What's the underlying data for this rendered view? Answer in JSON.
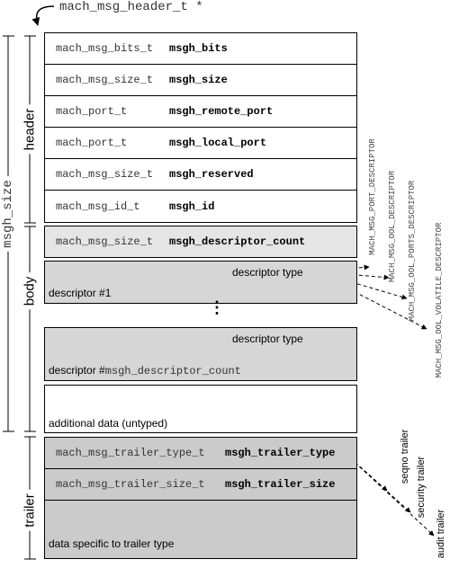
{
  "pointer_label": "mach_msg_header_t *",
  "side_labels": {
    "size": "msgh_size",
    "header": "header",
    "body": "body",
    "trailer": "trailer"
  },
  "header_rows": [
    {
      "type": "mach_msg_bits_t",
      "name": "msgh_bits"
    },
    {
      "type": "mach_msg_size_t",
      "name": "msgh_size"
    },
    {
      "type": "mach_port_t",
      "name": "msgh_remote_port"
    },
    {
      "type": "mach_port_t",
      "name": "msgh_local_port"
    },
    {
      "type": "mach_msg_size_t",
      "name": "msgh_reserved"
    },
    {
      "type": "mach_msg_id_t",
      "name": "msgh_id"
    }
  ],
  "body": {
    "count_row": {
      "type": "mach_msg_size_t",
      "name": "msgh_descriptor_count"
    },
    "descriptor1": {
      "type_label": "descriptor type",
      "label": "descriptor #1"
    },
    "ellipsis": "⋮",
    "descriptorN": {
      "type_label": "descriptor type",
      "label_prefix": "descriptor #",
      "label_suffix": "msgh_descriptor_count"
    },
    "additional": "additional data (untyped)"
  },
  "descriptor_types": [
    "MACH_MSG_PORT_DESCRIPTOR",
    "MACH_MSG_OOL_DESCRIPTOR",
    "MACH_MSG_OOL_PORTS_DESCRIPTOR",
    "MACH_MSG_OOL_VOLATILE_DESCRIPTOR"
  ],
  "trailer": {
    "type_row": {
      "type": "mach_msg_trailer_type_t",
      "name": "msgh_trailer_type"
    },
    "size_row": {
      "type": "mach_msg_trailer_size_t",
      "name": "msgh_trailer_size"
    },
    "specific": "data specific to trailer type"
  },
  "trailer_types": [
    "seqno trailer",
    "security trailer",
    "audit trailer"
  ],
  "colors": {
    "border": "#000000",
    "count_fill": "#e5e5e5",
    "descriptor_fill": "#d6d6d6",
    "trailer_fill": "#cbcbcb",
    "white": "#ffffff"
  }
}
